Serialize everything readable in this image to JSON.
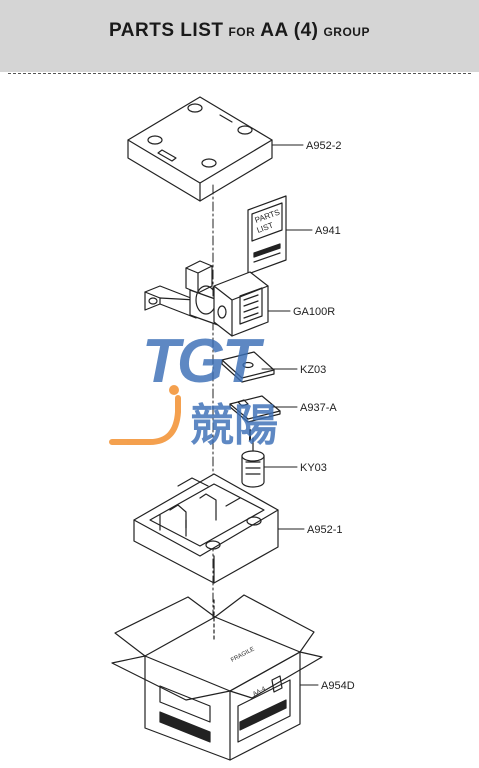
{
  "header": {
    "title_main": "PARTS LIST",
    "title_for": "FOR",
    "title_group_name": "AA (4)",
    "title_group": "GROUP"
  },
  "parts": [
    {
      "id": "A952-2"
    },
    {
      "id": "A941"
    },
    {
      "id": "GA100R"
    },
    {
      "id": "KZ03"
    },
    {
      "id": "A937-A"
    },
    {
      "id": "KY03"
    },
    {
      "id": "A952-1"
    },
    {
      "id": "A954D"
    }
  ],
  "leaflet": {
    "line1": "PARTS",
    "line2": "LIST"
  },
  "box": {
    "flap_text": "FRAGILE",
    "side_label": "AA-4"
  },
  "watermark": {
    "latin": "TGT",
    "chinese": "競陽",
    "color": "#3b6fb6",
    "accent": "#f28c28"
  },
  "colors": {
    "line": "#222222",
    "header_bg": "#d5d5d5"
  }
}
